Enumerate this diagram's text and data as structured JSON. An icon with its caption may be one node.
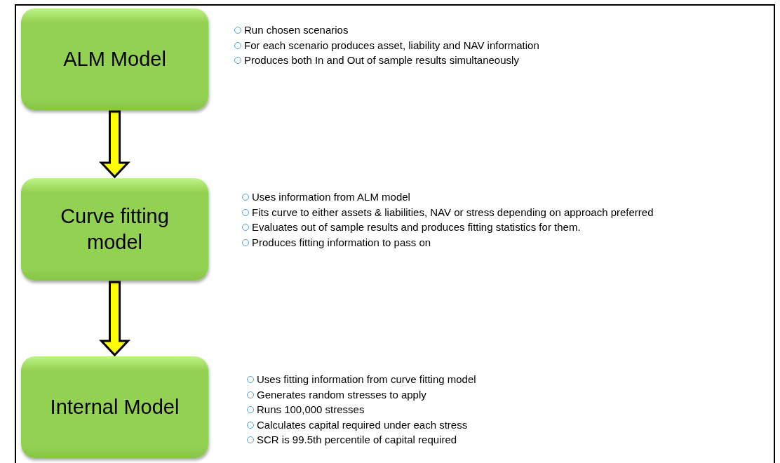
{
  "diagram": {
    "nodes": [
      {
        "text": [
          "ALM Model"
        ],
        "beside": [
          "Run chosen scenarios",
          "For each scenario produces asset, liability and NAV information",
          "Produces both In and Out of sample results simultaneously"
        ]
      },
      {
        "text": [
          "Curve fitting model"
        ],
        "beside": [
          "Uses information from ALM model",
          "Fits curve to either assets & liabilities, NAV or stress depending on approach preferred",
          "Evaluates out of sample results and produces fitting statistics for them.",
          "Produces fitting information to pass on"
        ]
      },
      {
        "text": [
          "Internal Model"
        ],
        "beside": [
          "Uses fitting information from curve fitting model",
          "Generates random stresses to apply",
          "Runs 100,000 stresses",
          "Calculates capital required under each stress",
          "SCR is 99.5th percentile of capital required"
        ]
      }
    ],
    "edges": [
      {
        "from": 0,
        "to": 1,
        "arrow": "to"
      },
      {
        "from": 1,
        "to": 2,
        "arrow": "to"
      }
    ]
  }
}
